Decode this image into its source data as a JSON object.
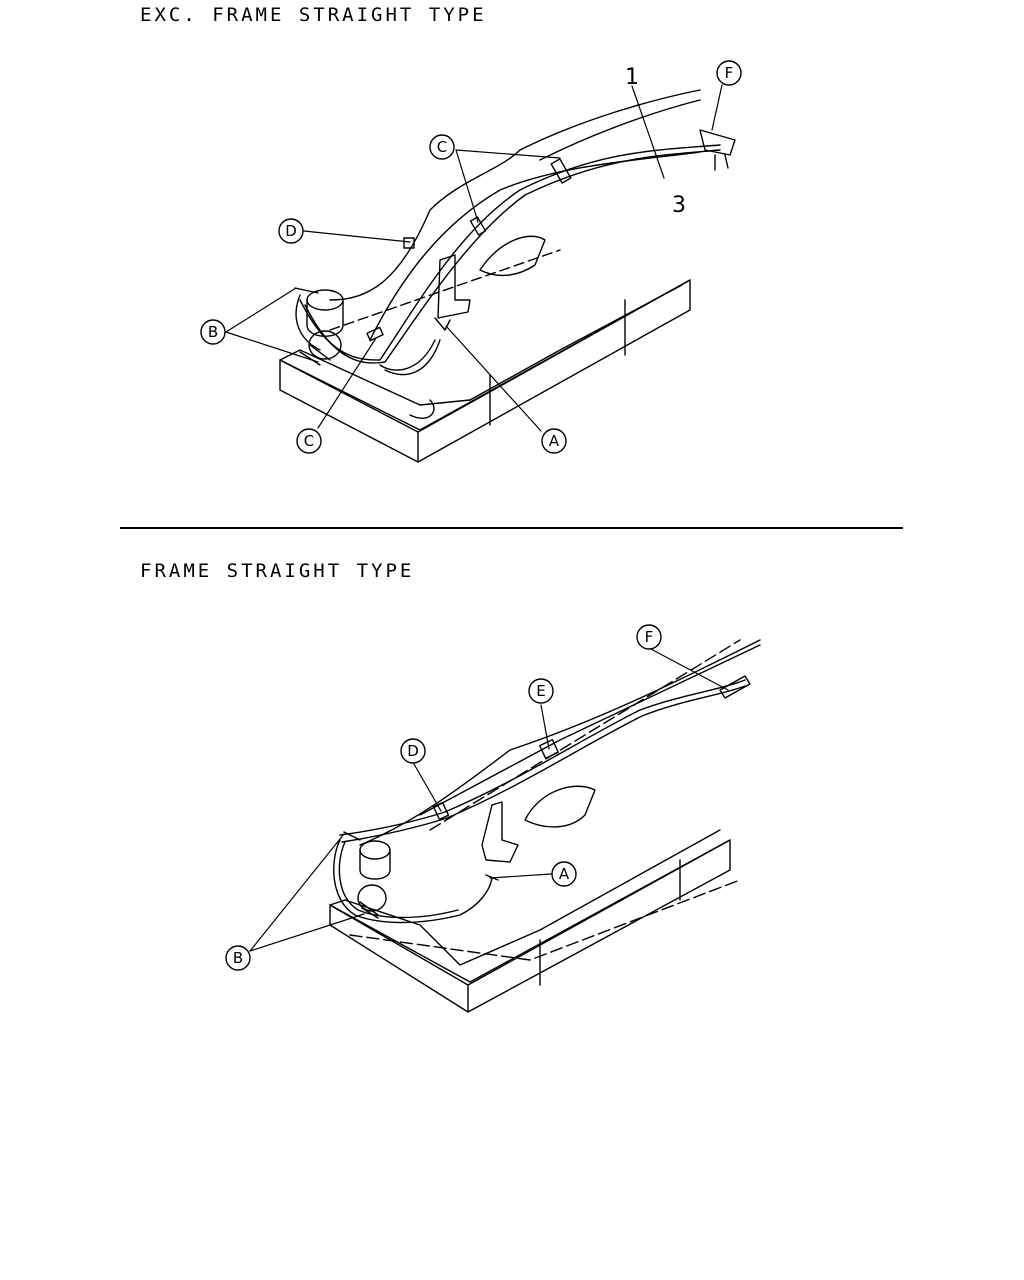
{
  "sections": {
    "top": {
      "title": "EXC. FRAME STRAIGHT TYPE",
      "callouts": {
        "A": "A",
        "B": "B",
        "C1": "C",
        "C2": "C",
        "D": "D",
        "F": "F"
      },
      "numbers": {
        "n1": "1",
        "n3": "3"
      }
    },
    "bottom": {
      "title": "FRAME STRAIGHT TYPE",
      "callouts": {
        "A": "A",
        "B": "B",
        "D": "D",
        "E": "E",
        "F": "F"
      }
    }
  }
}
